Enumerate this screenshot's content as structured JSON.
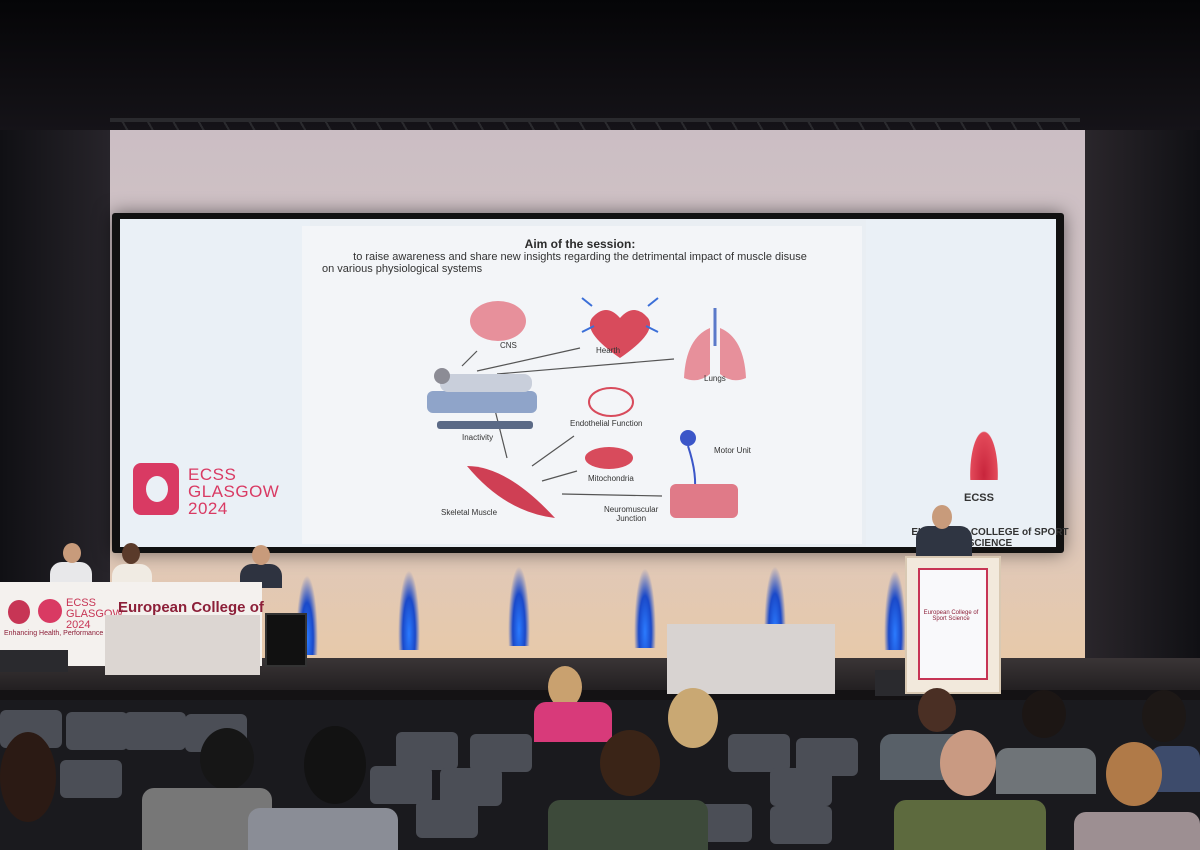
{
  "slide": {
    "title": "Aim of the session:",
    "subtitle_line1": "to raise awareness and share new insights regarding the detrimental impact of muscle disuse",
    "subtitle_line2": "on various physiological systems",
    "labels": {
      "cns": "CNS",
      "heart": "Hearth",
      "lungs": "Lungs",
      "inactivity": "Inactivity",
      "endothelial": "Endothelial Function",
      "mitochondria": "Mitochondria",
      "motor_unit": "Motor Unit",
      "skeletal_muscle": "Skeletal Muscle",
      "nmj_line1": "Neuromuscular",
      "nmj_line2": "Junction"
    }
  },
  "logo_left": {
    "line1": "ECSS",
    "line2": "GLASGOW",
    "line3": "2024",
    "color": "#d93a63"
  },
  "emblem_right": {
    "abbr": "ECSS",
    "ring_text": "EUROPEAN COLLEGE of SPORT SCIENCE"
  },
  "banner_table": {
    "line1": "ECSS",
    "line2": "GLASGOW",
    "line3": "2024",
    "congress": "European College of",
    "tagline": "Enhancing Health, Performance and Community Sport"
  },
  "lectern_poster": {
    "congress": "European College of Sport Science"
  }
}
